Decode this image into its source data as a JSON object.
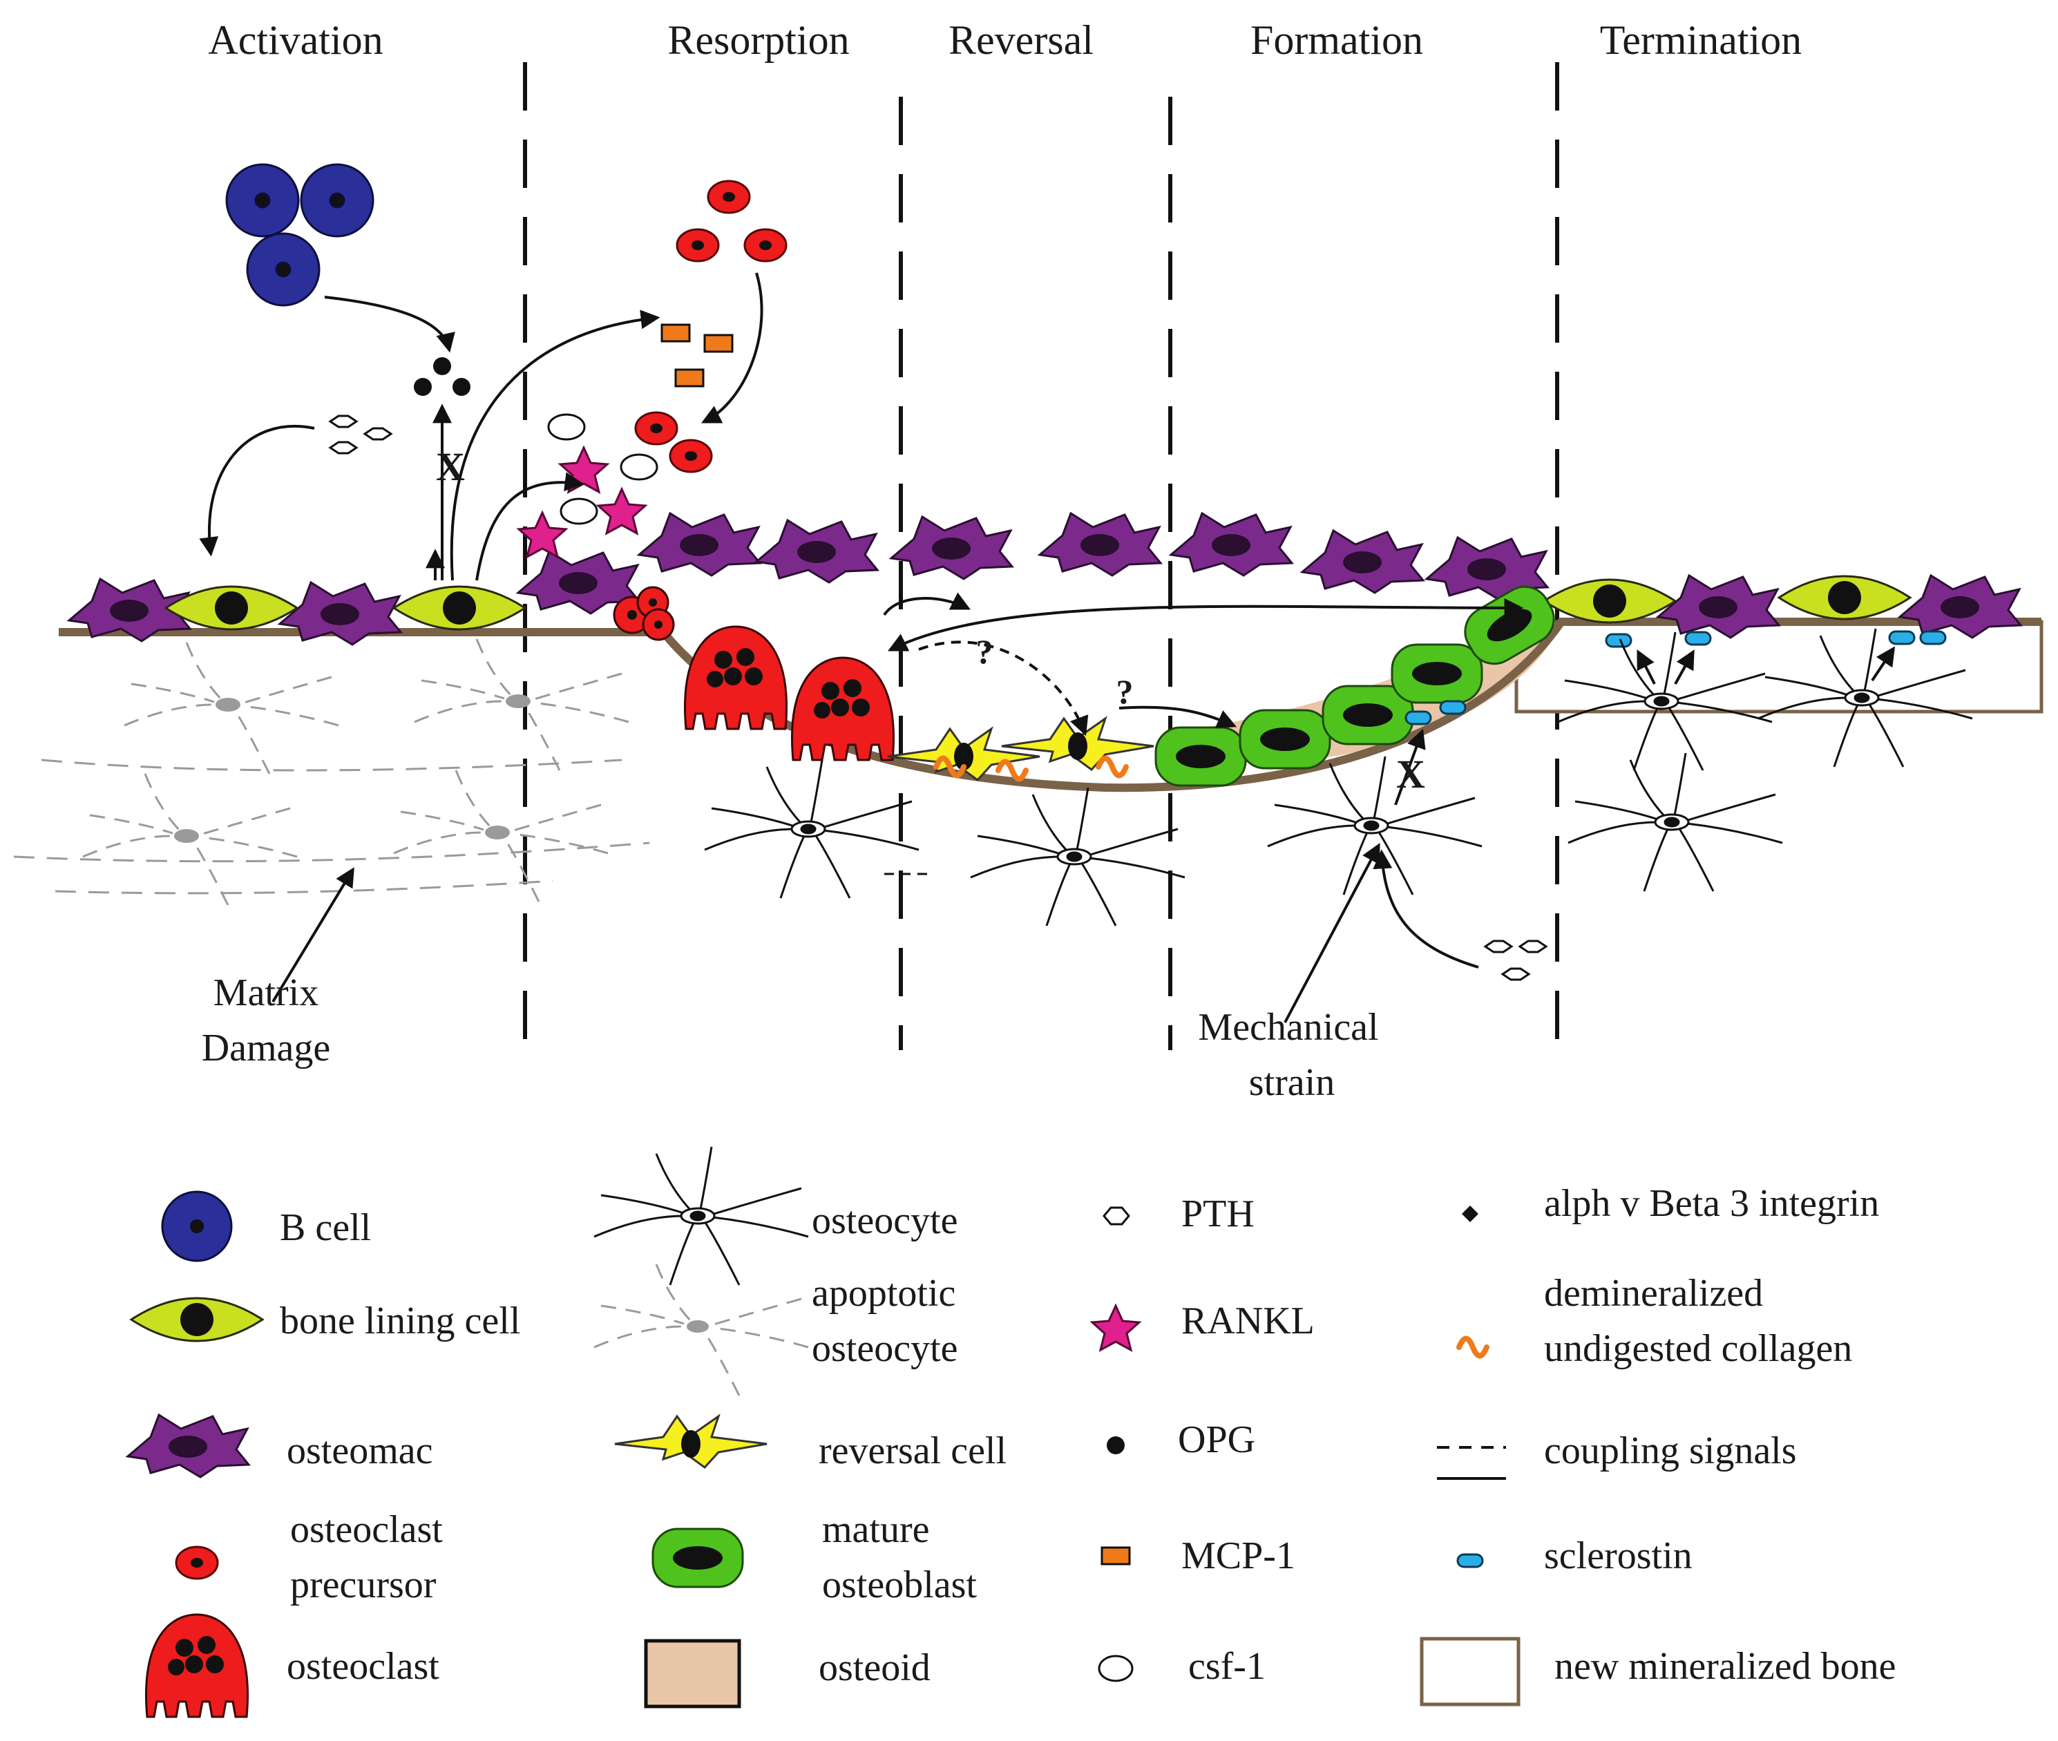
{
  "phases": [
    "Activation",
    "Resorption",
    "Reversal",
    "Formation",
    "Termination"
  ],
  "annotations": {
    "matrix_damage": [
      "Matrix",
      "Damage"
    ],
    "mechanical_strain": [
      "Mechanical",
      "strain"
    ],
    "question_mark": "?",
    "block_mark": "X"
  },
  "legend": {
    "b_cell": "B cell",
    "bone_lining_cell": "bone lining cell",
    "osteomac": "osteomac",
    "osteoclast_precursor": [
      "osteoclast",
      "precursor"
    ],
    "osteoclast": "osteoclast",
    "osteocyte": "osteocyte",
    "apoptotic_osteocyte": [
      "apoptotic",
      "osteocyte"
    ],
    "reversal_cell": "reversal cell",
    "mature_osteoblast": [
      "mature",
      "osteoblast"
    ],
    "osteoid": "osteoid",
    "pth": "PTH",
    "rankl": "RANKL",
    "opg": "OPG",
    "mcp1": "MCP-1",
    "csf1": "csf-1",
    "integrin": "alph v Beta 3 integrin",
    "collagen": [
      "demineralized",
      "undigested collagen"
    ],
    "coupling_signals": "coupling signals",
    "sclerostin": "sclerostin",
    "new_bone": "new mineralized bone"
  },
  "colors": {
    "b_cell": "#2b2f9a",
    "lining_cell": "#c8e020",
    "osteomac": "#7b2a8c",
    "osteoclast": "#ee1c1c",
    "reversal_cell": "#f6f01e",
    "osteoblast": "#4fc21e",
    "osteoid": "#e9c6a8",
    "bone_surface": "#7a6248",
    "rankl": "#e0208c",
    "mcp1": "#f07a1a",
    "sclerostin": "#2aaee8",
    "collagen": "#f07a1a",
    "apoptotic": "#9a9a9a"
  }
}
